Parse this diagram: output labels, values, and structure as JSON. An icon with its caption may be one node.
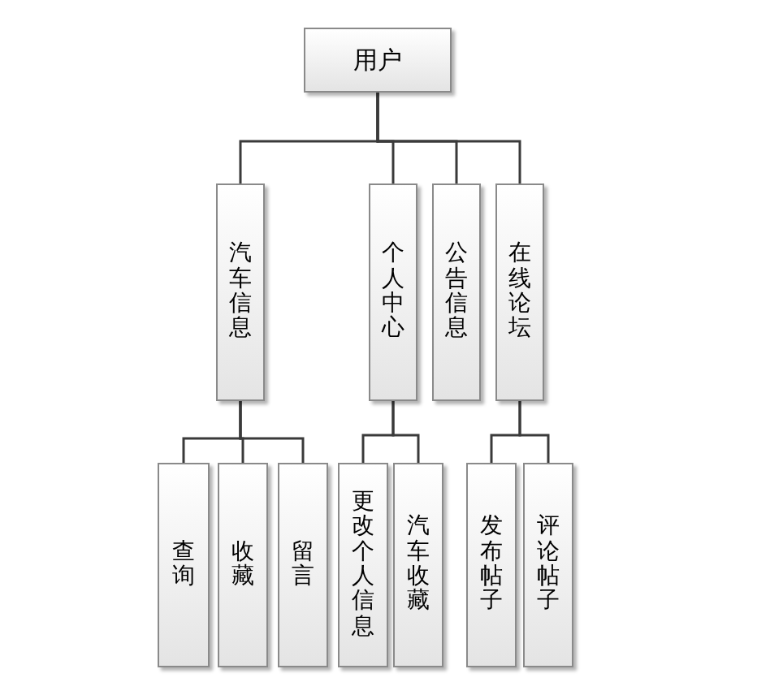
{
  "diagram": {
    "nodes": [
      {
        "text": [
          "用户"
        ]
      },
      {
        "text": [
          "汽车信息"
        ]
      },
      {
        "text": [
          "个人中心"
        ]
      },
      {
        "text": [
          "公告信息"
        ]
      },
      {
        "text": [
          "在线论坛"
        ]
      },
      {
        "text": [
          "查询"
        ]
      },
      {
        "text": [
          "收藏"
        ]
      },
      {
        "text": [
          "留言"
        ]
      },
      {
        "text": [
          "更改个人信息"
        ]
      },
      {
        "text": [
          "汽车收藏"
        ]
      },
      {
        "text": [
          "发布帖子"
        ]
      },
      {
        "text": [
          "评论帖子"
        ]
      }
    ],
    "edges": [
      {
        "from": 0,
        "to": 1,
        "arrow": "none"
      },
      {
        "from": 0,
        "to": 2,
        "arrow": "none"
      },
      {
        "from": 0,
        "to": 3,
        "arrow": "none"
      },
      {
        "from": 0,
        "to": 4,
        "arrow": "none"
      },
      {
        "from": 1,
        "to": 5,
        "arrow": "none"
      },
      {
        "from": 1,
        "to": 6,
        "arrow": "none"
      },
      {
        "from": 1,
        "to": 7,
        "arrow": "none"
      },
      {
        "from": 2,
        "to": 8,
        "arrow": "none"
      },
      {
        "from": 2,
        "to": 9,
        "arrow": "none"
      },
      {
        "from": 4,
        "to": 10,
        "arrow": "none"
      },
      {
        "from": 4,
        "to": 11,
        "arrow": "none"
      }
    ]
  }
}
